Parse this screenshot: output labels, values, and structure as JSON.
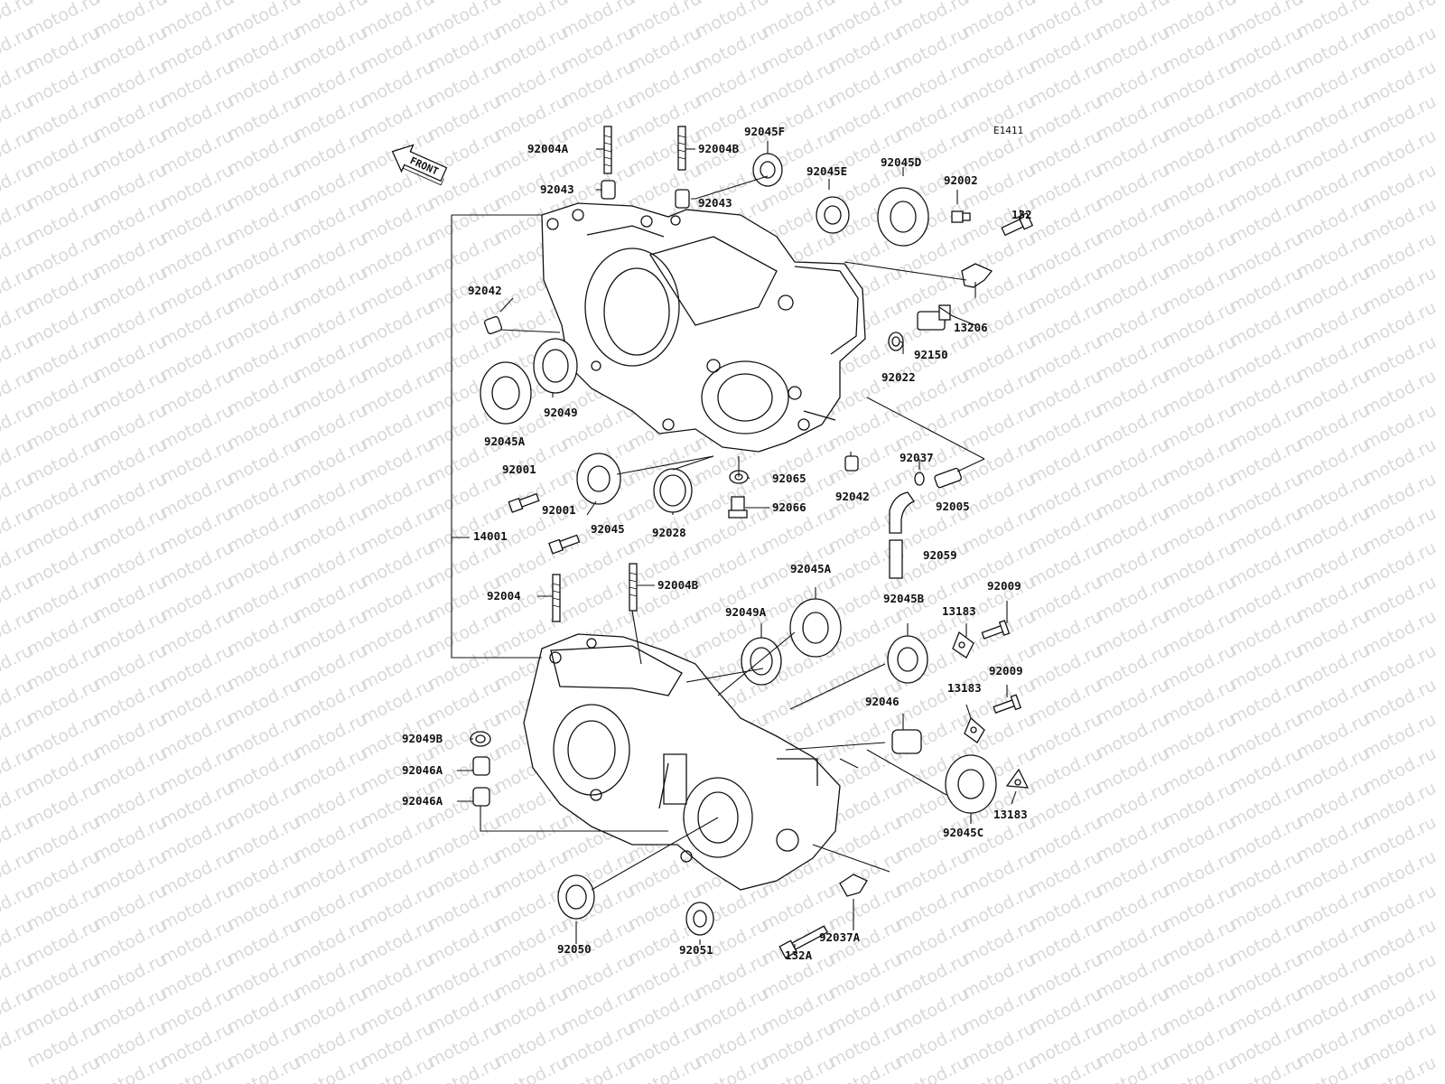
{
  "diagram": {
    "code": "E1411",
    "front_label": "FRONT",
    "watermark": "motod.ru",
    "parts": [
      {
        "id": "92004A",
        "label": "92004A"
      },
      {
        "id": "92004B-top",
        "label": "92004B"
      },
      {
        "id": "92045F",
        "label": "92045F"
      },
      {
        "id": "92045E",
        "label": "92045E"
      },
      {
        "id": "92045D",
        "label": "92045D"
      },
      {
        "id": "92002",
        "label": "92002"
      },
      {
        "id": "132",
        "label": "132"
      },
      {
        "id": "92043-left",
        "label": "92043"
      },
      {
        "id": "92043-right",
        "label": "92043"
      },
      {
        "id": "92042-top",
        "label": "92042"
      },
      {
        "id": "13206",
        "label": "13206"
      },
      {
        "id": "92150",
        "label": "92150"
      },
      {
        "id": "92022",
        "label": "92022"
      },
      {
        "id": "92049",
        "label": "92049"
      },
      {
        "id": "92045A-top",
        "label": "92045A"
      },
      {
        "id": "92001-a",
        "label": "92001"
      },
      {
        "id": "92001-b",
        "label": "92001"
      },
      {
        "id": "14001",
        "label": "14001"
      },
      {
        "id": "92045",
        "label": "92045"
      },
      {
        "id": "92028",
        "label": "92028"
      },
      {
        "id": "92065",
        "label": "92065"
      },
      {
        "id": "92066",
        "label": "92066"
      },
      {
        "id": "92042-mid",
        "label": "92042"
      },
      {
        "id": "92037",
        "label": "92037"
      },
      {
        "id": "92005",
        "label": "92005"
      },
      {
        "id": "92059",
        "label": "92059"
      },
      {
        "id": "92004",
        "label": "92004"
      },
      {
        "id": "92004B-bottom",
        "label": "92004B"
      },
      {
        "id": "92045A-bottom",
        "label": "92045A"
      },
      {
        "id": "92049A",
        "label": "92049A"
      },
      {
        "id": "92045B",
        "label": "92045B"
      },
      {
        "id": "13183-a",
        "label": "13183"
      },
      {
        "id": "92009-a",
        "label": "92009"
      },
      {
        "id": "92009-b",
        "label": "92009"
      },
      {
        "id": "13183-b",
        "label": "13183"
      },
      {
        "id": "92046",
        "label": "92046"
      },
      {
        "id": "92049B",
        "label": "92049B"
      },
      {
        "id": "92046A-a",
        "label": "92046A"
      },
      {
        "id": "92046A-b",
        "label": "92046A"
      },
      {
        "id": "13183-c",
        "label": "13183"
      },
      {
        "id": "92045C",
        "label": "92045C"
      },
      {
        "id": "92050",
        "label": "92050"
      },
      {
        "id": "92051",
        "label": "92051"
      },
      {
        "id": "132A",
        "label": "132A"
      },
      {
        "id": "92037A",
        "label": "92037A"
      }
    ]
  }
}
